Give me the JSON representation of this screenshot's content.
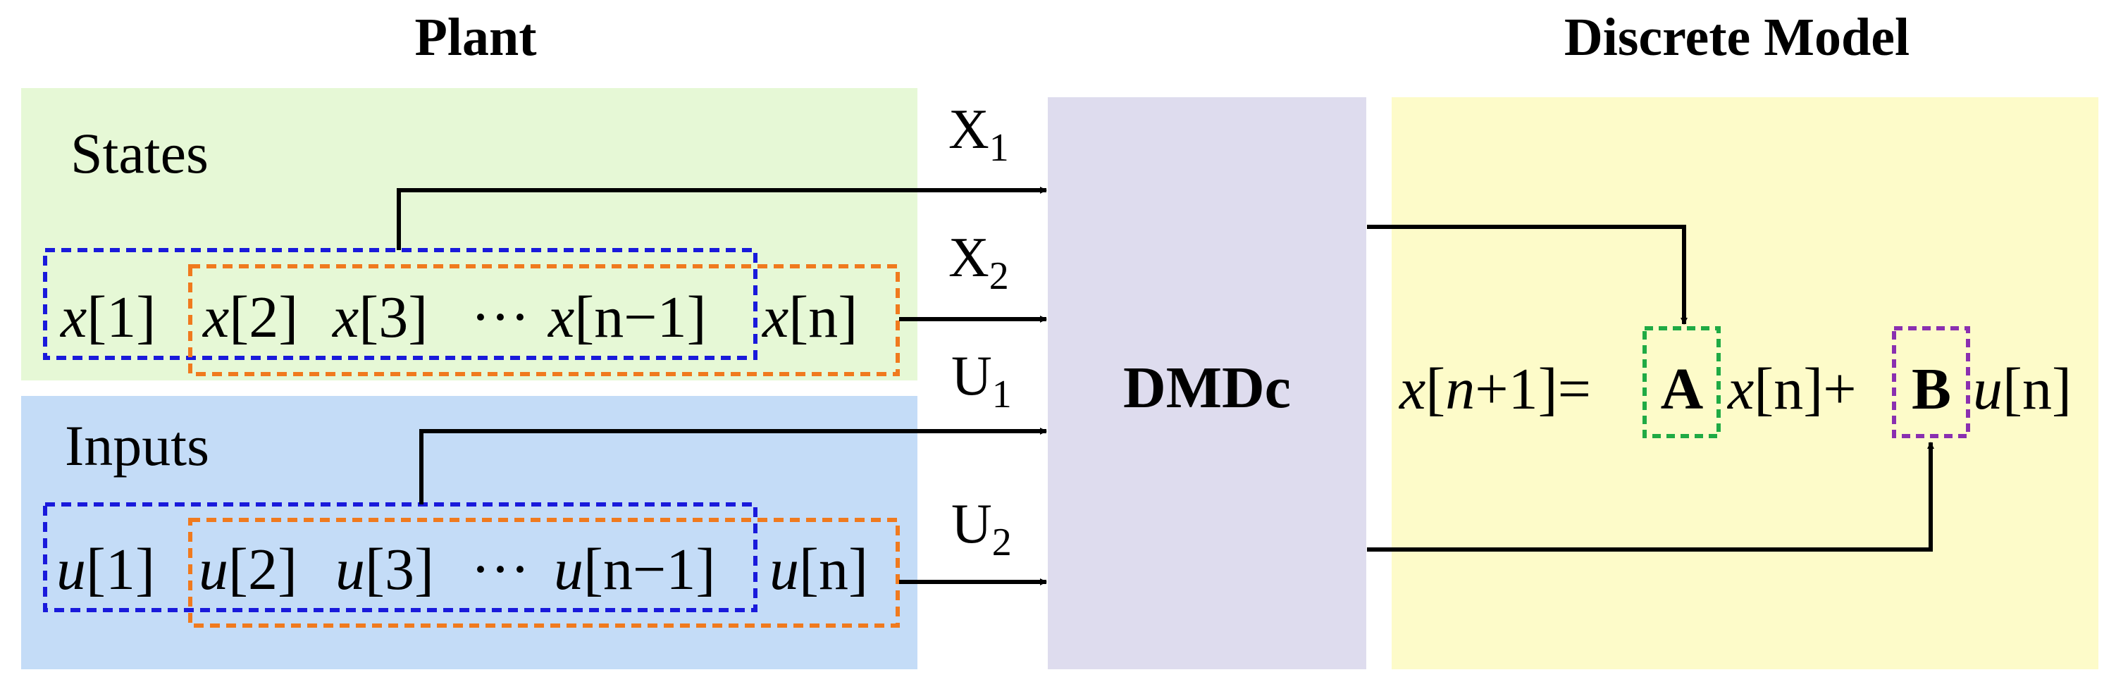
{
  "plant": {
    "title": "Plant",
    "states": {
      "label": "States",
      "items": [
        {
          "sym": "x",
          "idx": "[1]"
        },
        {
          "sym": "x",
          "idx": "[2]"
        },
        {
          "sym": "x",
          "idx": "[3]"
        },
        {
          "ellipsis": "···"
        },
        {
          "sym": "x",
          "idx": "[n−1]"
        },
        {
          "sym": "x",
          "idx": "[n]"
        }
      ]
    },
    "inputs": {
      "label": "Inputs",
      "items": [
        {
          "sym": "u",
          "idx": "[1]"
        },
        {
          "sym": "u",
          "idx": "[2]"
        },
        {
          "sym": "u",
          "idx": "[3]"
        },
        {
          "ellipsis": "···"
        },
        {
          "sym": "u",
          "idx": "[n−1]"
        },
        {
          "sym": "u",
          "idx": "[n]"
        }
      ]
    }
  },
  "signals": {
    "x1": {
      "base": "X",
      "sub": "1"
    },
    "x2": {
      "base": "X",
      "sub": "2"
    },
    "u1": {
      "base": "U",
      "sub": "1"
    },
    "u2": {
      "base": "U",
      "sub": "2"
    }
  },
  "dmdc": {
    "label": "DMDc"
  },
  "model": {
    "title": "Discrete Model",
    "equation": {
      "lhs_sym": "x",
      "lhs_open": "[",
      "lhs_idx": "n",
      "lhs_close": "+1]=",
      "A": "A",
      "x_sym": "x",
      "x_idx": "[n]+",
      "B": "B",
      "u_sym": "u",
      "u_idx": "[n]"
    }
  },
  "colors": {
    "states_bg": "#e6f8d6",
    "inputs_bg": "#c4dcf7",
    "dmdc_bg": "#dedcee",
    "model_bg": "#fdfbc9",
    "blue_window": "#1a1adb",
    "orange_window": "#f07a1e",
    "A_box": "#1faa44",
    "B_box": "#8a2fb0"
  }
}
